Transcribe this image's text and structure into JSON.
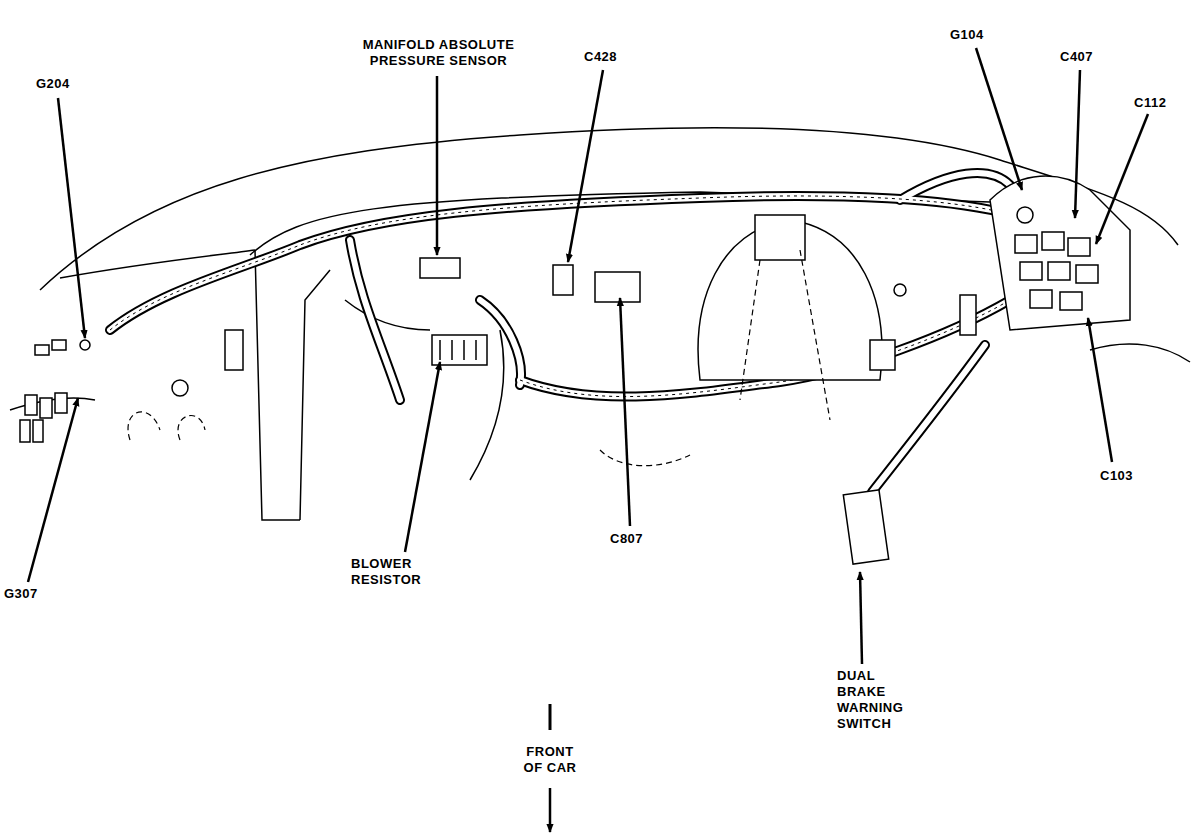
{
  "diagram": {
    "labels": [
      "G204",
      "MANIFOLD ABSOLUTE PRESSURE SENSOR",
      "C428",
      "G104",
      "C407",
      "C112",
      "C103",
      "C807",
      "BLOWER RESISTOR",
      "G307",
      "DUAL BRAKE WARNING SWITCH",
      "FRONT OF CAR"
    ]
  }
}
